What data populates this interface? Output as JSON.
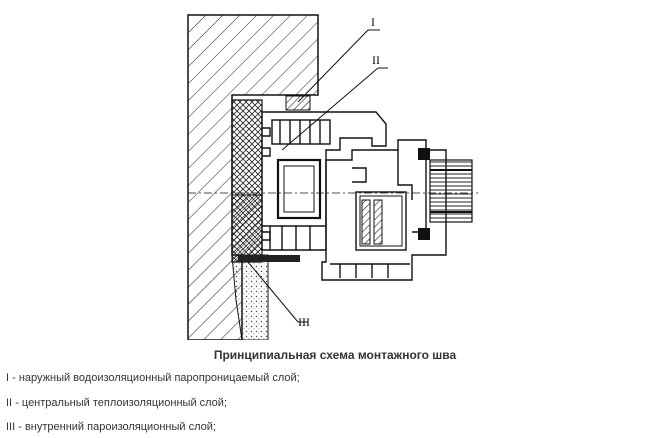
{
  "diagram": {
    "markers": [
      "I",
      "II",
      "III"
    ]
  },
  "caption": "Принципиальная схема монтажного шва",
  "legend": [
    "I - наружный водоизоляционный паропроницаемый слой;",
    "II - центральный теплоизоляционный слой;",
    "III - внутренний пароизоляционный слой;"
  ]
}
